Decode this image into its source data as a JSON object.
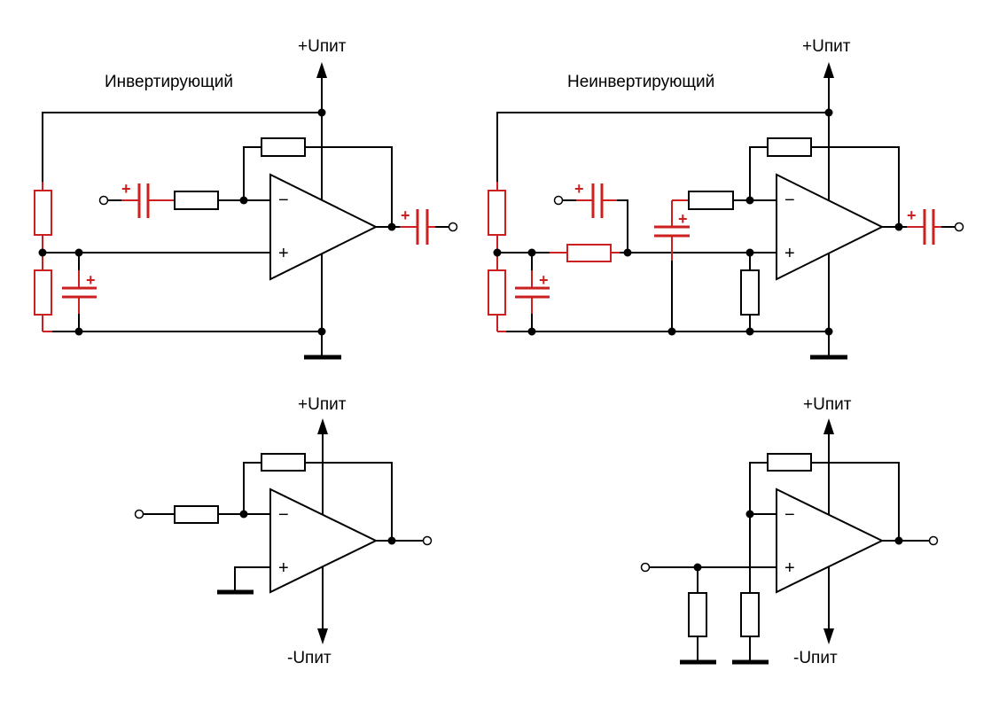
{
  "diagram": {
    "title": "Op-amp amplifier circuits: single and dual supply",
    "circuits": [
      {
        "id": "inverting-single-supply",
        "title": "Инвертирующий",
        "supply_positive_label": "+Uпит",
        "input_sign_minus": "−",
        "input_sign_plus": "+",
        "cap_polarity": "+",
        "components": [
          "input-coupling-capacitor",
          "input-resistor",
          "feedback-resistor",
          "output-coupling-capacitor",
          "divider-resistor-top",
          "divider-resistor-bottom",
          "divider-capacitor"
        ]
      },
      {
        "id": "non-inverting-single-supply",
        "title": "Неинвертирующий",
        "supply_positive_label": "+Uпит",
        "input_sign_minus": "−",
        "input_sign_plus": "+",
        "cap_polarity": "+",
        "components": [
          "input-coupling-capacitor",
          "bias-resistor",
          "gain-resistor",
          "gain-capacitor",
          "feedback-resistor",
          "input-shunt-resistor",
          "output-coupling-capacitor",
          "divider-resistor-top",
          "divider-resistor-bottom",
          "divider-capacitor"
        ]
      },
      {
        "id": "inverting-dual-supply",
        "title": "",
        "supply_positive_label": "+Uпит",
        "supply_negative_label": "-Uпит",
        "input_sign_minus": "−",
        "input_sign_plus": "+",
        "components": [
          "input-resistor",
          "feedback-resistor"
        ]
      },
      {
        "id": "non-inverting-dual-supply",
        "title": "",
        "supply_positive_label": "+Uпит",
        "supply_negative_label": "-Uпит",
        "input_sign_minus": "−",
        "input_sign_plus": "+",
        "components": [
          "input-shunt-resistor",
          "gain-resistor",
          "feedback-resistor"
        ]
      }
    ],
    "colors": {
      "wire": "#000000",
      "highlight": "#cc1f1f",
      "background": "#ffffff"
    }
  }
}
